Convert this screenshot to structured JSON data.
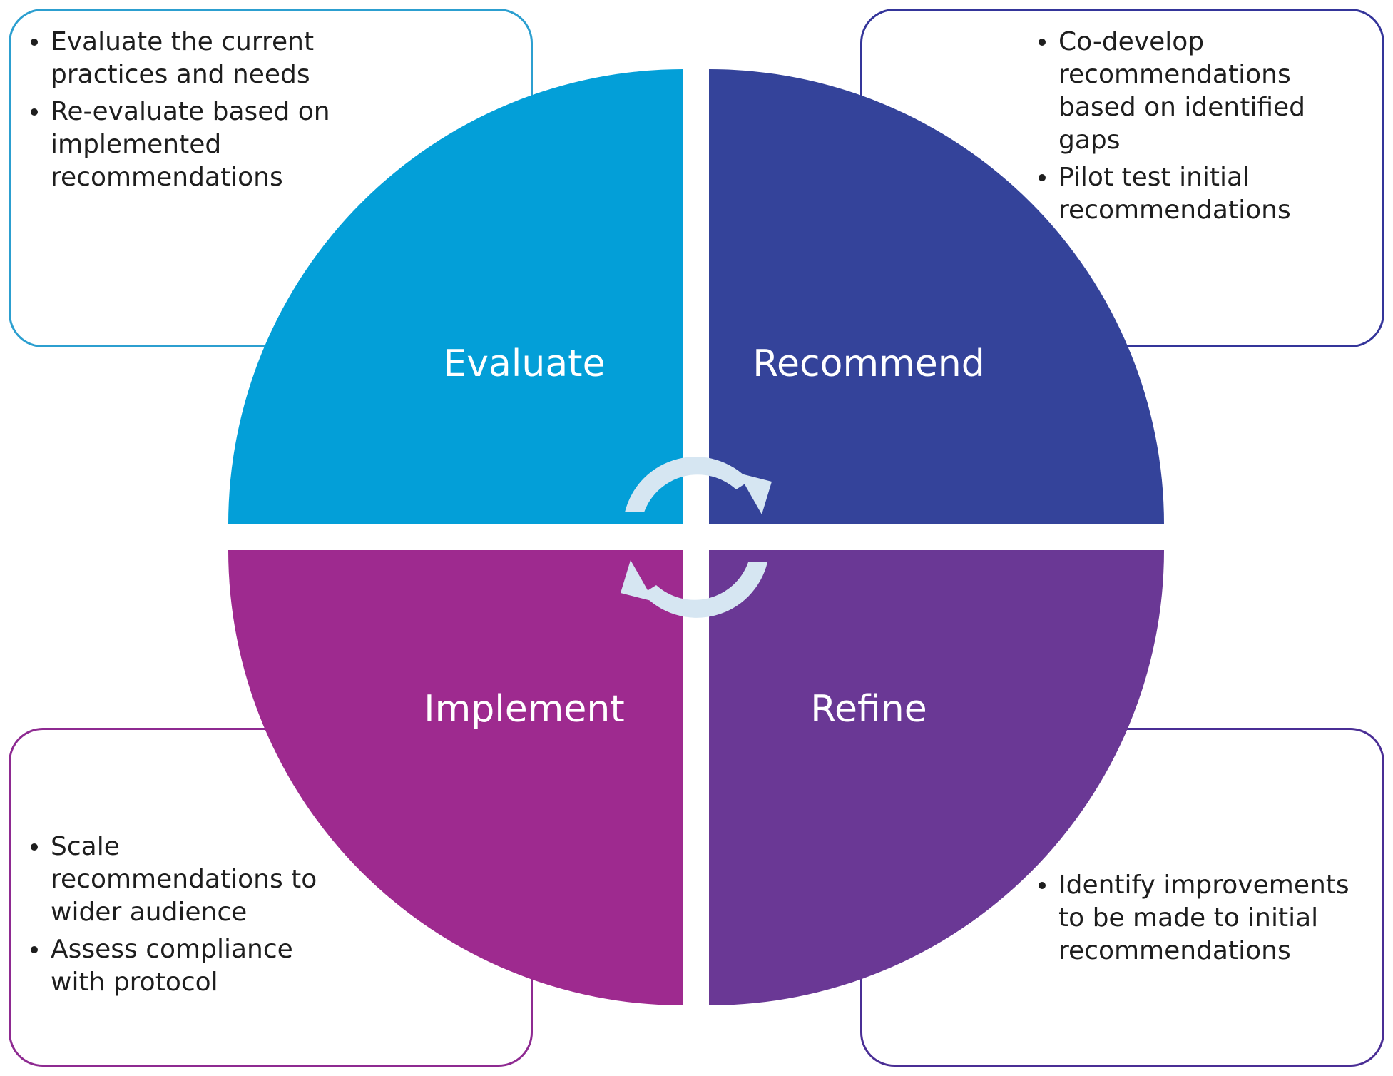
{
  "quadrants": {
    "evaluate": {
      "label": "Evaluate",
      "color": "#039fd8",
      "bullets": [
        "Evaluate the current practices and needs",
        "Re-evaluate based on implemented recommendations"
      ]
    },
    "recommend": {
      "label": "Recommend",
      "color": "#34439a",
      "bullets": [
        "Co-develop recommendations based on identified gaps",
        "Pilot test initial recommendations"
      ]
    },
    "implement": {
      "label": "Implement",
      "color": "#9e2a8f",
      "bullets": [
        "Scale recommendations to wider audience",
        "Assess compliance with protocol"
      ]
    },
    "refine": {
      "label": "Refine",
      "color": "#6a3895",
      "bullets": [
        "Identify improvements to be made to initial recommendations"
      ]
    }
  },
  "icons": {
    "top": "cycle-arrow-clockwise-icon",
    "bottom": "cycle-arrow-clockwise-icon"
  },
  "arrow_color": "#d6e6f2"
}
